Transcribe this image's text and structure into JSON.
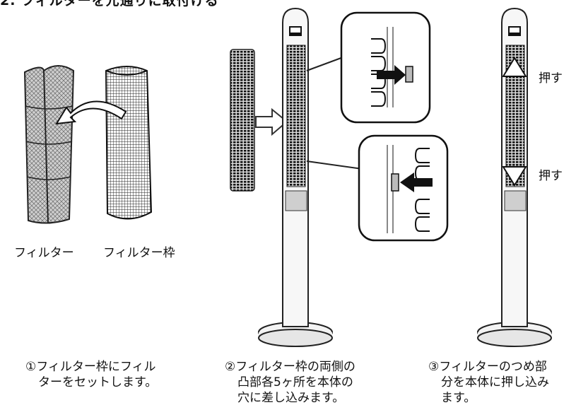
{
  "heading": "2. フィルターを元通りに取付ける",
  "step1": {
    "filter_label": "フィルター",
    "frame_label": "フィルター枠",
    "caption_line1": "①フィルター枠にフィル",
    "caption_line2": "ターをセットします。"
  },
  "step2": {
    "caption_line1": "②フィルター枠の両側の",
    "caption_line2": "凸部各5ヶ所を本体の",
    "caption_line3": "穴に差し込みます。"
  },
  "step3": {
    "push_top": "押す",
    "push_bottom": "押す",
    "caption_line1": "③フィルターのつめ部",
    "caption_line2": "分を本体に押し込み",
    "caption_line3": "ます。"
  }
}
